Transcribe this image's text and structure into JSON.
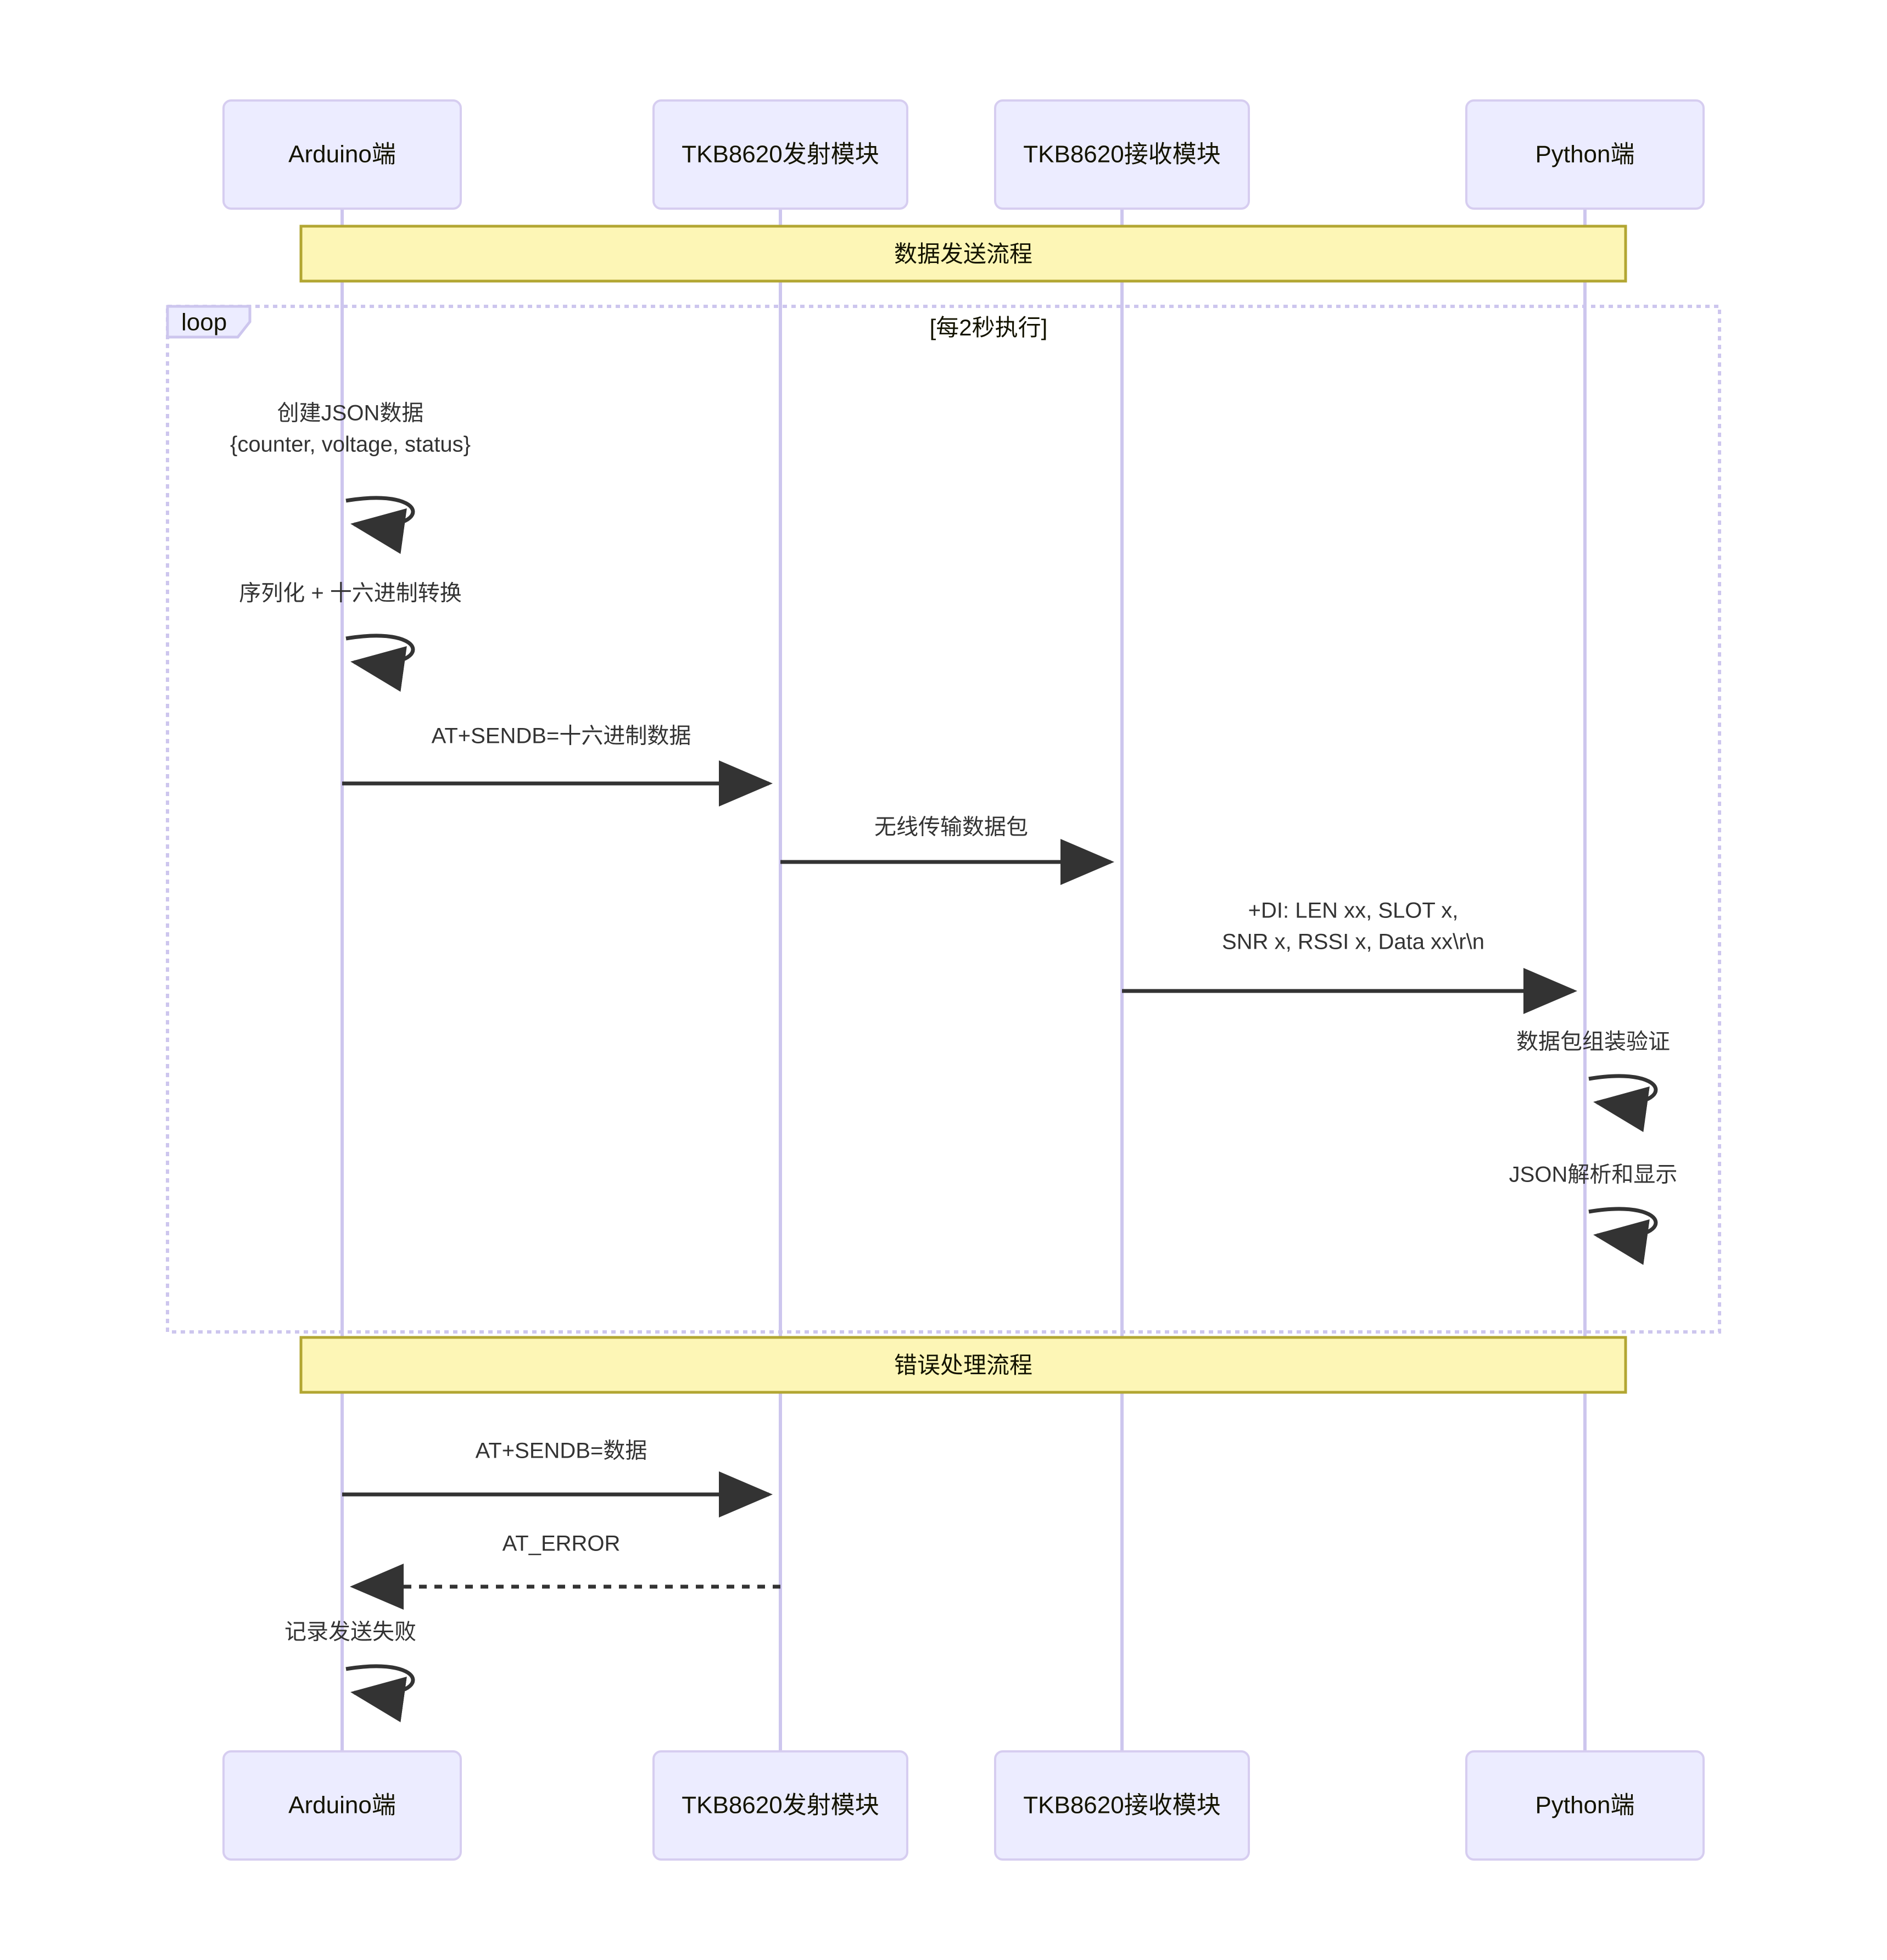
{
  "diagram": {
    "type": "sequence-diagram",
    "colors": {
      "actor_fill": "#ECECFF",
      "actor_stroke": "#d6cdf0",
      "lifeline": "#cdc6ee",
      "note_fill": "#fdf6b6",
      "note_stroke": "#b2a632",
      "message_line": "#333333",
      "text": "#131300",
      "background": "#ffffff"
    },
    "participants": [
      {
        "id": "arduino",
        "label": "Arduino端"
      },
      {
        "id": "tx",
        "label": "TKB8620发射模块"
      },
      {
        "id": "rx",
        "label": "TKB8620接收模块"
      },
      {
        "id": "python",
        "label": "Python端"
      }
    ],
    "participants_bottom": [
      {
        "id": "arduino",
        "label": "Arduino端"
      },
      {
        "id": "tx",
        "label": "TKB8620发射模块"
      },
      {
        "id": "rx",
        "label": "TKB8620接收模块"
      },
      {
        "id": "python",
        "label": "Python端"
      }
    ],
    "notes": [
      {
        "id": "note-send-flow",
        "label": "数据发送流程"
      },
      {
        "id": "note-error-flow",
        "label": "错误处理流程"
      }
    ],
    "loop": {
      "tag": "loop",
      "condition": "[每2秒执行]"
    },
    "messages": [
      {
        "id": "m1",
        "from": "arduino",
        "to": "arduino",
        "kind": "self",
        "lines": [
          "创建JSON数据",
          "{counter, voltage, status}"
        ]
      },
      {
        "id": "m2",
        "from": "arduino",
        "to": "arduino",
        "kind": "self",
        "lines": [
          "序列化 + 十六进制转换"
        ]
      },
      {
        "id": "m3",
        "from": "arduino",
        "to": "tx",
        "kind": "solid",
        "lines": [
          "AT+SENDB=十六进制数据"
        ]
      },
      {
        "id": "m4",
        "from": "tx",
        "to": "rx",
        "kind": "solid",
        "lines": [
          "无线传输数据包"
        ]
      },
      {
        "id": "m5",
        "from": "rx",
        "to": "python",
        "kind": "solid",
        "lines": [
          "+DI: LEN xx, SLOT x,",
          "SNR x, RSSI x, Data xx\\r\\n"
        ]
      },
      {
        "id": "m6",
        "from": "python",
        "to": "python",
        "kind": "self",
        "lines": [
          "数据包组装验证"
        ]
      },
      {
        "id": "m7",
        "from": "python",
        "to": "python",
        "kind": "self",
        "lines": [
          "JSON解析和显示"
        ]
      },
      {
        "id": "m8",
        "from": "arduino",
        "to": "tx",
        "kind": "solid",
        "lines": [
          "AT+SENDB=数据"
        ]
      },
      {
        "id": "m9",
        "from": "tx",
        "to": "arduino",
        "kind": "dashed",
        "lines": [
          "AT_ERROR"
        ]
      },
      {
        "id": "m10",
        "from": "arduino",
        "to": "arduino",
        "kind": "self",
        "lines": [
          "记录发送失败"
        ]
      }
    ]
  }
}
